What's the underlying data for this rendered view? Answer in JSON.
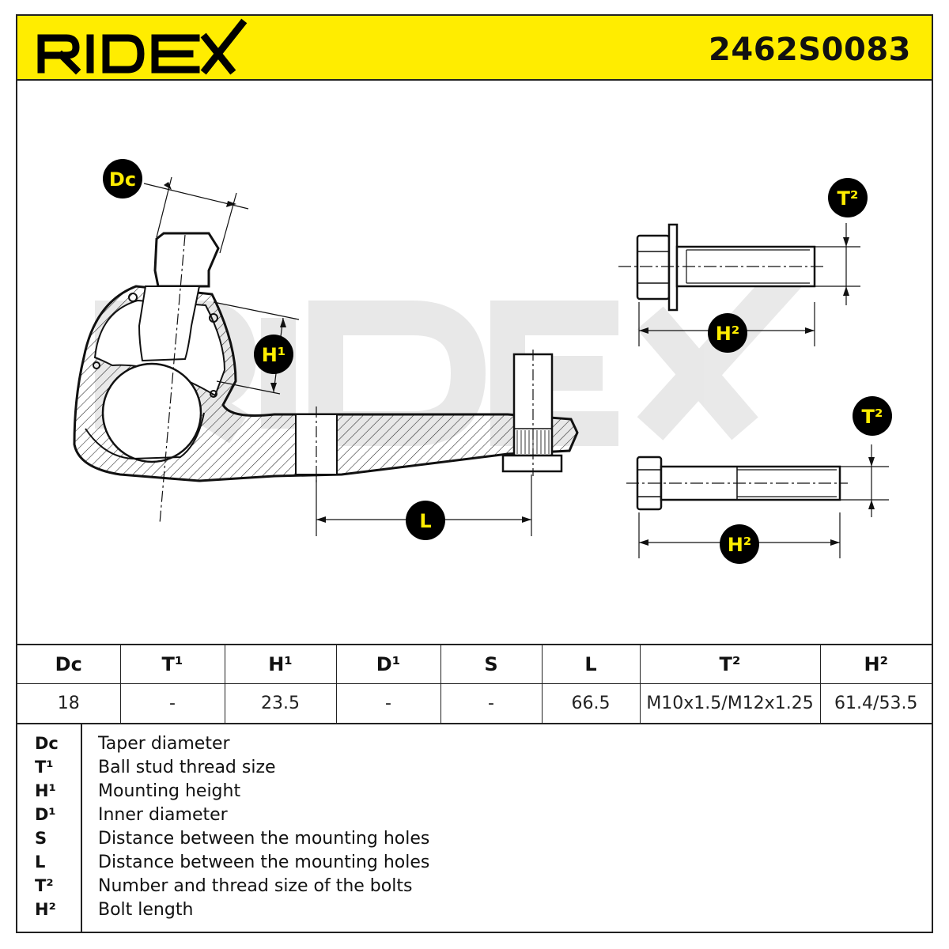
{
  "brand": {
    "name": "RIDEX",
    "accent_color": "#ffed00"
  },
  "part_number": "2462S0083",
  "watermark": "RIDEX",
  "labels": {
    "dc": "Dc",
    "h1": "H¹",
    "l": "L",
    "t2_top": "T²",
    "h2_top": "H²",
    "t2_bottom": "T²",
    "h2_bottom": "H²"
  },
  "specs": {
    "headers": [
      "Dc",
      "T¹",
      "H¹",
      "D¹",
      "S",
      "L",
      "T²",
      "H²"
    ],
    "values": [
      "18",
      "-",
      "23.5",
      "-",
      "-",
      "66.5",
      "M10x1.5/M12x1.25",
      "61.4/53.5"
    ]
  },
  "legend": [
    {
      "code": "Dc",
      "desc": "Taper diameter"
    },
    {
      "code": "T¹",
      "desc": "Ball stud thread size"
    },
    {
      "code": "H¹",
      "desc": "Mounting height"
    },
    {
      "code": "D¹",
      "desc": "Inner diameter"
    },
    {
      "code": "S",
      "desc": "Distance between the mounting holes"
    },
    {
      "code": "L",
      "desc": "Distance between the mounting holes"
    },
    {
      "code": "T²",
      "desc": "Number and thread size of the bolts"
    },
    {
      "code": "H²",
      "desc": "Bolt length"
    }
  ]
}
